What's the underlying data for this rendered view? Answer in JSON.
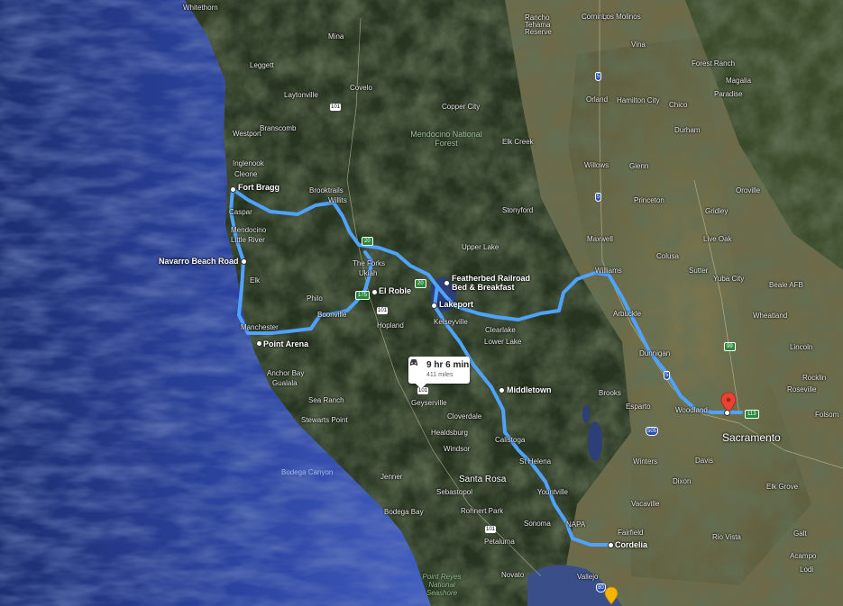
{
  "route": {
    "duration": "9 hr 6 min",
    "distance": "411 miles",
    "color": "#4fa3ff"
  },
  "stops": {
    "fort_bragg": "Fort Bragg",
    "navarro": "Navarro Beach Road",
    "point_arena": "Point Arena",
    "el_roble": "El Roble",
    "featherbed": "Featherbed Railroad Bed & Breakfast",
    "lakeport": "Lakeport",
    "middletown": "Middletown",
    "cordelia": "Cordelia",
    "sacramento": "Sacramento"
  },
  "towns": {
    "whitethorn": "Whitethorn",
    "leggett": "Leggett",
    "mina": "Mina",
    "covelo": "Covelo",
    "laytonville": "Laytonville",
    "westport": "Westport",
    "branscomb": "Branscomb",
    "inglenook": "Inglenook",
    "cleone": "Cleone",
    "brooktrails": "Brooktrails",
    "willits": "Willits",
    "caspar": "Caspar",
    "mendocino": "Mendocino",
    "little_river": "Little River",
    "the_forks": "The Forks",
    "ukiah": "Ukiah",
    "philo": "Philo",
    "elk": "Elk",
    "boonville": "Boonville",
    "hopland": "Hopland",
    "manchester": "Manchester",
    "anchor_bay": "Anchor Bay",
    "gualala": "Gualala",
    "sea_ranch": "Sea Ranch",
    "stewarts_point": "Stewarts Point",
    "kelseyville": "Kelseyville",
    "clearlake": "Clearlake",
    "lower_lake": "Lower Lake",
    "geyserville": "Geyserville",
    "cloverdale": "Cloverdale",
    "healdsburg": "Healdsburg",
    "windsor": "Windsor",
    "calistoga": "Calistoga",
    "st_helena": "St Helena",
    "santa_rosa": "Santa Rosa",
    "jenner": "Jenner",
    "sebastopol": "Sebastopol",
    "rohnert_park": "Rohnert Park",
    "bodega_bay": "Bodega Bay",
    "yountville": "Yountville",
    "sonoma": "Sonoma",
    "napa": "NAPA",
    "petaluma": "Petaluma",
    "fairfield": "Fairfield",
    "novato": "Novato",
    "vallejo": "Vallejo",
    "upper_lake": "Upper Lake",
    "stonyford": "Stonyford",
    "elk_creek": "Elk Creek",
    "copper_city": "Copper City",
    "rancho_tehama": "Rancho Tehama Reserve",
    "corning": "Corning",
    "los_molinos": "Los Molinos",
    "vina": "Vina",
    "orland": "Orland",
    "hamilton_city": "Hamilton City",
    "chico": "Chico",
    "forest_ranch": "Forest Ranch",
    "magalia": "Magalia",
    "paradise": "Paradise",
    "durham": "Durham",
    "willows": "Willows",
    "glenn": "Glenn",
    "princeton": "Princeton",
    "oroville": "Oroville",
    "gridley": "Gridley",
    "maxwell": "Maxwell",
    "live_oak": "Live Oak",
    "colusa": "Colusa",
    "williams": "Williams",
    "sutter": "Sutter",
    "yuba_city": "Yuba City",
    "beale_afb": "Beale AFB",
    "arbuckle": "Arbuckle",
    "wheatland": "Wheatland",
    "dunnigan": "Dunnigan",
    "lincoln": "Lincoln",
    "rocklin": "Rocklin",
    "roseville": "Roseville",
    "brooks": "Brooks",
    "esparto": "Esparto",
    "woodland": "Woodland",
    "davis": "Davis",
    "winters": "Winters",
    "dixon": "Dixon",
    "vacaville": "Vacaville",
    "elk_grove": "Elk Grove",
    "galt": "Galt",
    "lodi": "Lodi",
    "acampo": "Acampo",
    "rio_vista": "Rio Vista",
    "folsom": "Folsom"
  },
  "regions": {
    "mendocino_nf": "Mendocino National Forest",
    "point_reyes": "Point Reyes National Seashore",
    "bodega_ocean": "Bodega Canyon"
  },
  "shields": {
    "us101a": "101",
    "us101b": "101",
    "us101c": "101",
    "us101d": "101",
    "ca20": "20",
    "ca20b": "20",
    "ca175": "175",
    "i5a": "5",
    "i5b": "5",
    "i5c": "5",
    "i505": "505",
    "i80": "80",
    "ca113": "113",
    "ca99": "99"
  }
}
